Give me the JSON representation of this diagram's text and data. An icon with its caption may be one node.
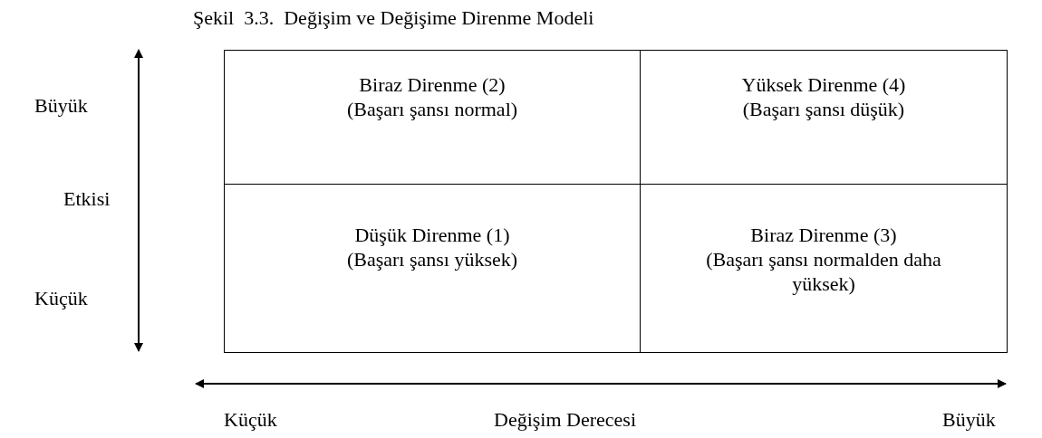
{
  "diagram": {
    "title": "Şekil  3.3.  Değişim ve Değişime Direnme Modeli",
    "nodes": [
      {
        "text": [
          "Biraz Direnme (2)",
          "(Başarı şansı normal)"
        ]
      },
      {
        "text": [
          "Yüksek Direnme (4)",
          "(Başarı şansı düşük)"
        ]
      },
      {
        "text": [
          "Düşük Direnme (1)",
          "(Başarı şansı yüksek)"
        ]
      },
      {
        "text": [
          "Biraz Direnme (3)",
          "(Başarı şansı normalden daha yüksek)"
        ]
      }
    ],
    "labels": [
      "Büyük",
      "Etkisi",
      "Küçük",
      "Küçük",
      "Değişim Derecesi",
      "Büyük"
    ]
  }
}
